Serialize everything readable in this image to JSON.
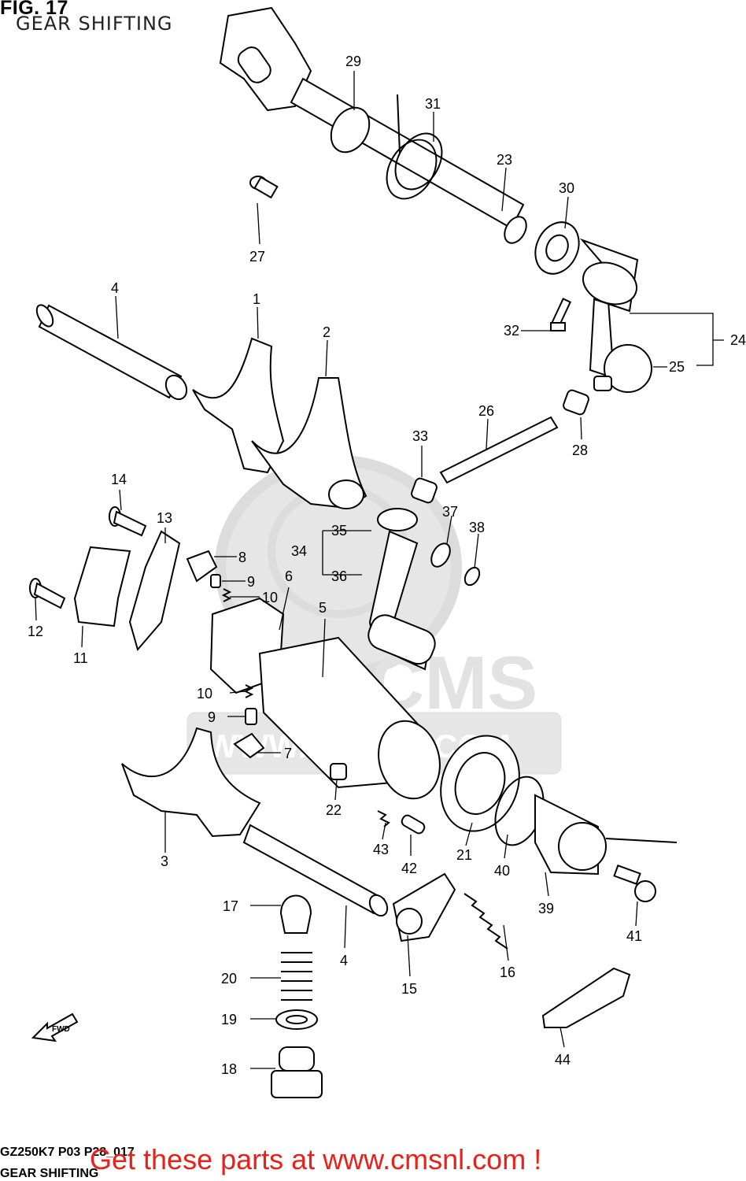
{
  "header": {
    "figure": "FIG. 17",
    "subtitle": "GEAR SHIFTING"
  },
  "footer": {
    "code": "GZ250K7 P03 P28_017",
    "subtitle": "GEAR SHIFTING",
    "banner": "Get these parts at www.cmsnl.com !"
  },
  "watermark": {
    "brand": "CMS",
    "url": "WWW.CMSNL.COM"
  },
  "fwd_label": "FWD",
  "colors": {
    "banner": "#e8211a",
    "lines": "#000000",
    "watermark": "#e6e6e6"
  },
  "callouts": {
    "c1": "1",
    "c2": "2",
    "c3": "3",
    "c4a": "4",
    "c4b": "4",
    "c5": "5",
    "c6": "6",
    "c7": "7",
    "c8": "8",
    "c9a": "9",
    "c9b": "9",
    "c10a": "10",
    "c10b": "10",
    "c11": "11",
    "c12": "12",
    "c13": "13",
    "c14": "14",
    "c15": "15",
    "c16": "16",
    "c17": "17",
    "c18": "18",
    "c19": "19",
    "c20": "20",
    "c21": "21",
    "c22": "22",
    "c23": "23",
    "c24": "24",
    "c25": "25",
    "c26": "26",
    "c27": "27",
    "c28": "28",
    "c29": "29",
    "c30": "30",
    "c31": "31",
    "c32": "32",
    "c33": "33",
    "c34": "34",
    "c35": "35",
    "c36": "36",
    "c37": "37",
    "c38": "38",
    "c39": "39",
    "c40": "40",
    "c41": "41",
    "c42": "42",
    "c43": "43",
    "c44": "44"
  }
}
